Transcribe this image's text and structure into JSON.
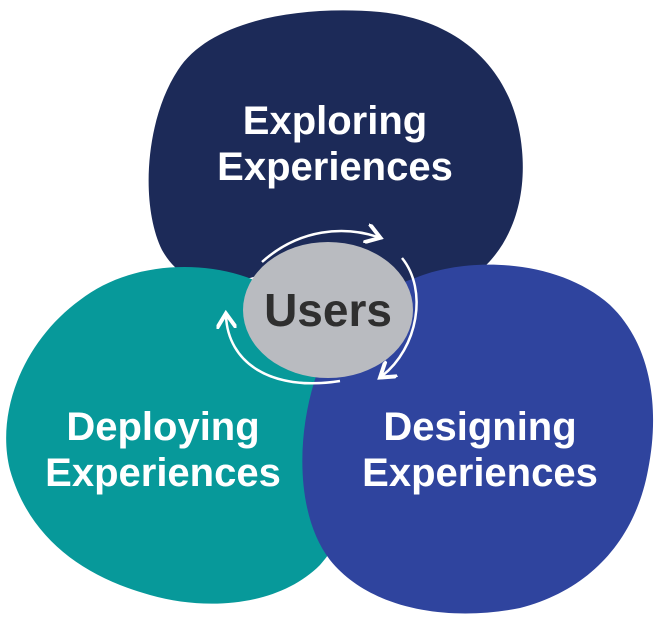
{
  "diagram": {
    "top": {
      "line1": "Exploring",
      "line2": "Experiences",
      "color": "#1c2a58"
    },
    "left": {
      "line1": "Deploying",
      "line2": "Experiences",
      "color": "#07999a"
    },
    "right": {
      "line1": "Designing",
      "line2": "Experiences",
      "color": "#2f449e"
    },
    "center": {
      "label": "Users",
      "fill_color": "#b9bbc0",
      "ring_color": "#ffffff"
    }
  }
}
